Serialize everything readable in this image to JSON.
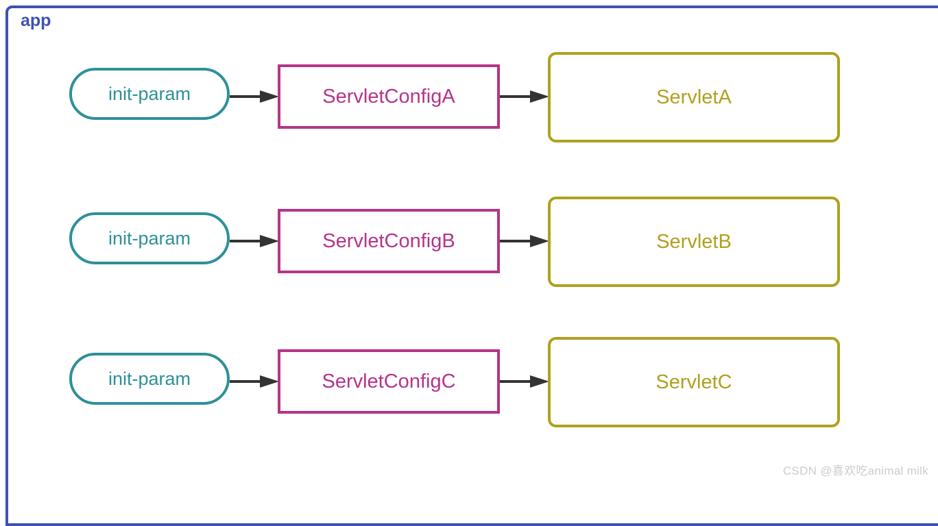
{
  "app": {
    "label": "app",
    "border_color": "#3f51b5",
    "label_color": "#3f51b5"
  },
  "colors": {
    "init_param": "#2e9099",
    "servlet_config": "#b5348a",
    "servlet": "#b0a01f",
    "arrow": "#333333",
    "container": "#3f51b5",
    "watermark": "#cccccc",
    "background": "#ffffff"
  },
  "diagram": {
    "type": "flow",
    "rows": [
      {
        "init_param": "init-param",
        "config": "ServletConfigA",
        "servlet": "ServletA",
        "arrow1": "arrow-right",
        "arrow2": "arrow-right"
      },
      {
        "init_param": "init-param",
        "config": "ServletConfigB",
        "servlet": "ServletB",
        "arrow1": "arrow-right",
        "arrow2": "arrow-right"
      },
      {
        "init_param": "init-param",
        "config": "ServletConfigC",
        "servlet": "ServletC",
        "arrow1": "arrow-right",
        "arrow2": "arrow-right"
      }
    ]
  },
  "watermark": {
    "text": "CSDN @喜欢吃animal milk"
  }
}
